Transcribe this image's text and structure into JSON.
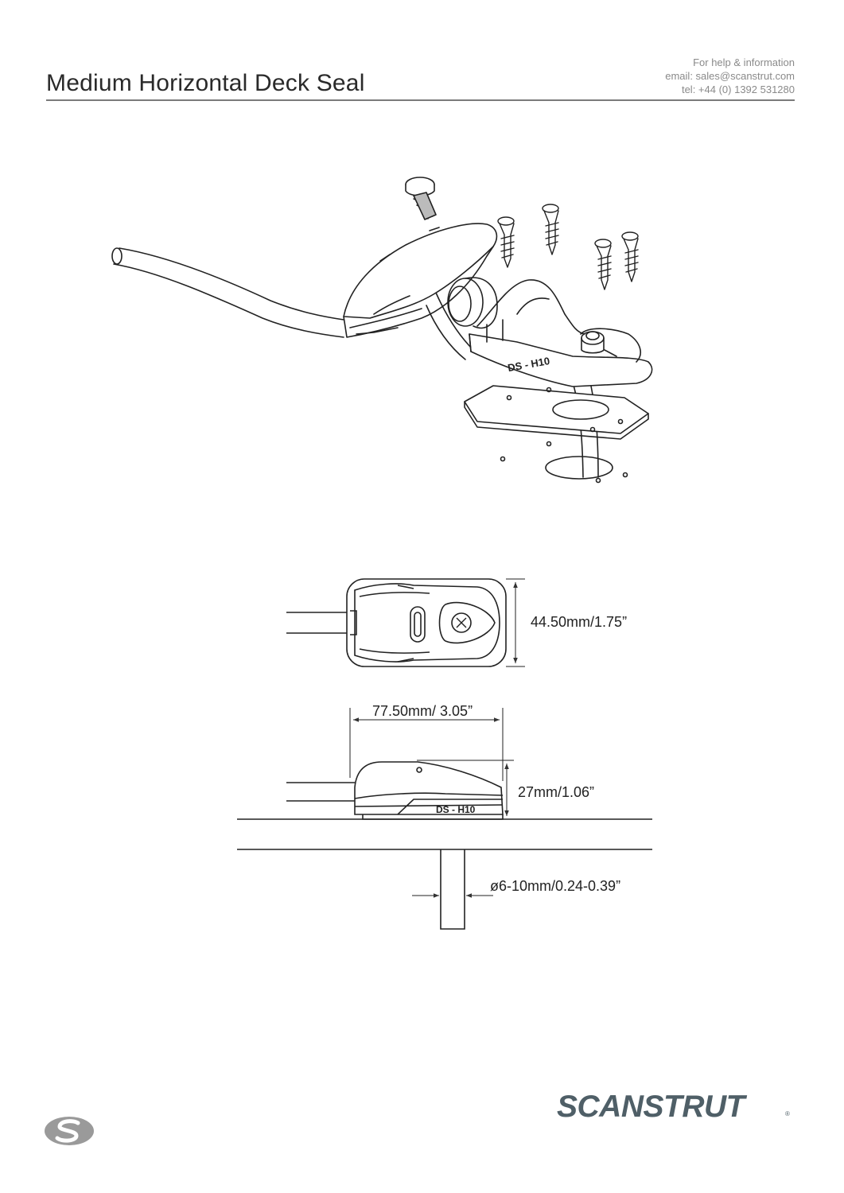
{
  "header": {
    "title": "Medium Horizontal Deck Seal",
    "contact": {
      "line1": "For help & information",
      "line2": "email: sales@scanstrut.com",
      "line3": "tel:  +44 (0) 1392 531280"
    }
  },
  "drawing": {
    "part_marking": "DS - H10",
    "part_marking_side": "DS - H10",
    "dimensions": {
      "width": "44.50mm/1.75”",
      "length": "77.50mm/ 3.05”",
      "height": "27mm/1.06”",
      "cable_diameter": "ø6-10mm/0.24-0.39”"
    }
  },
  "footer": {
    "brand": "SCANSTRUT",
    "registered": "®"
  },
  "colors": {
    "brand": "#4f5f67",
    "emblem": "#9a9a9a",
    "rule": "#7a7a7a"
  }
}
